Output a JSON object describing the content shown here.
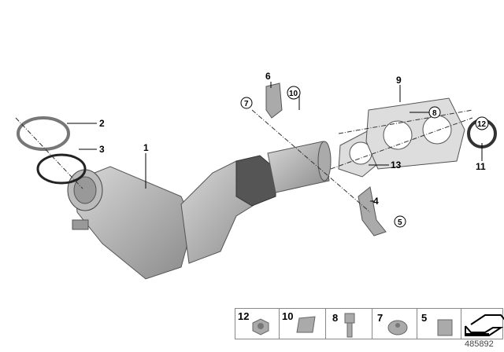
{
  "callouts": {
    "l1": "1",
    "l2": "2",
    "l3": "3",
    "l4": "4",
    "l5": "5",
    "l6": "6",
    "l7": "7",
    "l8": "8",
    "l9": "9",
    "l10": "10",
    "l11": "11",
    "l12": "12",
    "l13": "13"
  },
  "legend_table": {
    "cells": [
      {
        "num": "12"
      },
      {
        "num": "10"
      },
      {
        "num": "8"
      },
      {
        "num": "7"
      },
      {
        "num": "5"
      }
    ]
  },
  "diagram_number": "485892"
}
